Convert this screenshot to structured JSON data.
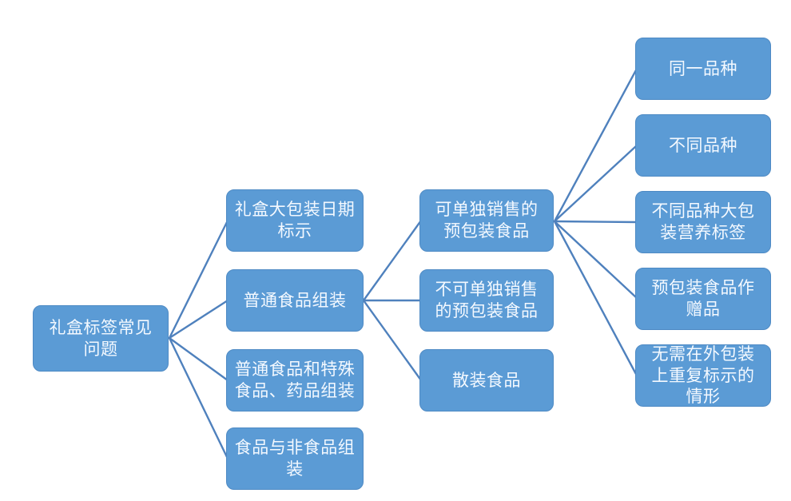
{
  "diagram": {
    "type": "hierarchy-tree",
    "orientation": "left-to-right",
    "colors": {
      "node_fill": "#5b9bd5",
      "node_border": "#4e8ac4",
      "node_text": "#f4f9ff",
      "connector": "#4f81bd",
      "background": "#ffffff"
    },
    "root": {
      "id": "root",
      "label": "礼盒标签常见问题"
    },
    "level2": [
      {
        "id": "l2-0",
        "label": "礼盒大包装日期标示"
      },
      {
        "id": "l2-1",
        "label": "普通食品组装"
      },
      {
        "id": "l2-2",
        "label": "普通食品和特殊食品、药品组装"
      },
      {
        "id": "l2-3",
        "label": "食品与非食品组装"
      }
    ],
    "level3": [
      {
        "id": "l3-0",
        "label": "可单独销售的预包装食品"
      },
      {
        "id": "l3-1",
        "label": "不可单独销售的预包装食品"
      },
      {
        "id": "l3-2",
        "label": "散装食品"
      }
    ],
    "level4": [
      {
        "id": "l4-0",
        "label": "同一品种"
      },
      {
        "id": "l4-1",
        "label": "不同品种"
      },
      {
        "id": "l4-2",
        "label": "不同品种大包装营养标签"
      },
      {
        "id": "l4-3",
        "label": "预包装食品作赠品"
      },
      {
        "id": "l4-4",
        "label": "无需在外包装上重复标示的情形"
      }
    ],
    "edges": [
      [
        "root",
        "l2-0"
      ],
      [
        "root",
        "l2-1"
      ],
      [
        "root",
        "l2-2"
      ],
      [
        "root",
        "l2-3"
      ],
      [
        "l2-1",
        "l3-0"
      ],
      [
        "l2-1",
        "l3-1"
      ],
      [
        "l2-1",
        "l3-2"
      ],
      [
        "l3-0",
        "l4-0"
      ],
      [
        "l3-0",
        "l4-1"
      ],
      [
        "l3-0",
        "l4-2"
      ],
      [
        "l3-0",
        "l4-3"
      ],
      [
        "l3-0",
        "l4-4"
      ]
    ]
  }
}
